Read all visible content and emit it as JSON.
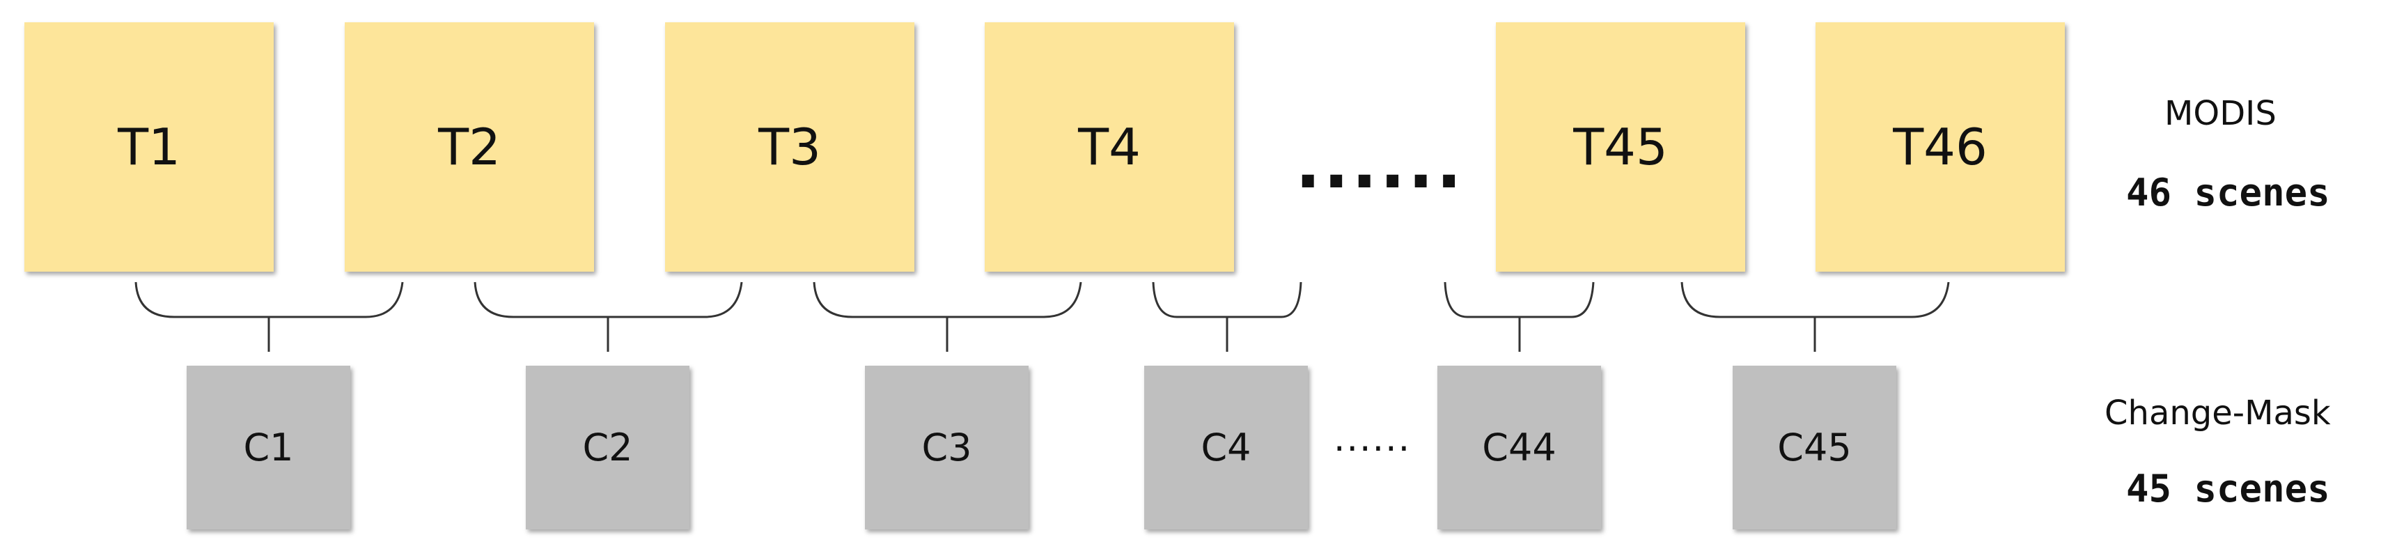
{
  "time_boxes": [
    "T1",
    "T2",
    "T3",
    "T4",
    "T45",
    "T46"
  ],
  "change_boxes": [
    "C1",
    "C2",
    "C3",
    "C4",
    "C44",
    "C45"
  ],
  "ellipsis_top": "......",
  "ellipsis_bottom": "......",
  "labels": {
    "modis": "MODIS",
    "modis_count": "46 scenes",
    "change_mask": "Change-Mask",
    "change_count": "45 scenes"
  },
  "colors": {
    "time_box_fill": "#FDE59A",
    "change_box_fill": "#BFBFBF",
    "connector_stroke": "#333333"
  }
}
